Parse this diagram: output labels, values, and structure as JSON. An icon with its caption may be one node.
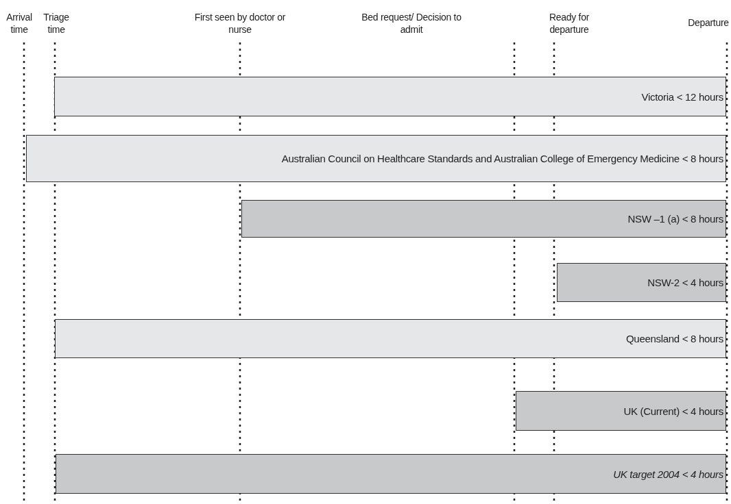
{
  "diagram": {
    "nodes": [
      {
        "text": [
          "Victoria < 12 hours"
        ]
      },
      {
        "text": [
          "Australian Council on Healthcare Standards and Australian College of Emergency Medicine < 8 hours"
        ]
      },
      {
        "text": [
          "NSW –1 (a) < 8 hours"
        ]
      },
      {
        "text": [
          "NSW-2 < 4 hours"
        ]
      },
      {
        "text": [
          "Queensland < 8 hours"
        ]
      },
      {
        "text": [
          "UK (Current) < 4 hours"
        ]
      },
      {
        "text": [
          "UK target 2004 < 4 hours"
        ]
      }
    ],
    "labels": [
      "Arrival time",
      "Triage time",
      "First seen by doctor or nurse",
      "Bed request/ Decision to admit",
      "Ready for departure",
      "Departure"
    ]
  }
}
